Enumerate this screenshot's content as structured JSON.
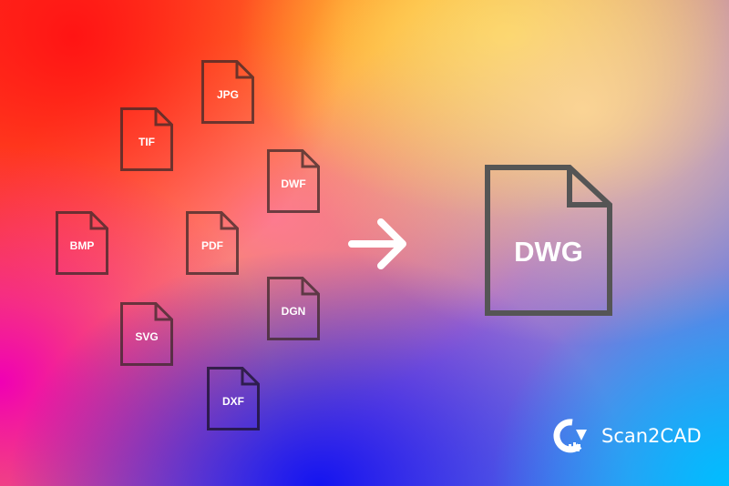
{
  "source_files": [
    {
      "label": "JPG"
    },
    {
      "label": "TIF"
    },
    {
      "label": "DWF"
    },
    {
      "label": "BMP"
    },
    {
      "label": "PDF"
    },
    {
      "label": "DGN"
    },
    {
      "label": "SVG"
    },
    {
      "label": "DXF"
    }
  ],
  "target_file": {
    "label": "DWG"
  },
  "arrow_icon": "arrow-right-icon",
  "brand": {
    "name": "Scan2CAD",
    "logo": "Scan2CAD"
  },
  "colors": {
    "icon_stroke": "#4a4a4a",
    "text": "#ffffff"
  }
}
